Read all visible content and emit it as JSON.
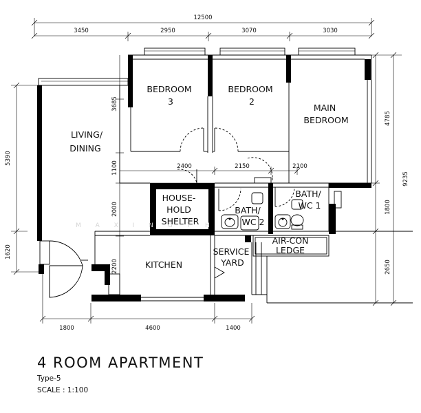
{
  "rooms": {
    "bedroom3": [
      "BEDROOM",
      "3"
    ],
    "bedroom2": [
      "BEDROOM",
      "2"
    ],
    "main_bedroom": [
      "MAIN",
      "BEDROOM"
    ],
    "living_dining": [
      "LIVING/",
      "DINING"
    ],
    "household_shelter": [
      "HOUSE-",
      "HOLD",
      "SHELTER"
    ],
    "bath_wc2": [
      "BATH/",
      "WC 2"
    ],
    "bath_wc1": [
      "BATH/",
      "WC 1"
    ],
    "aircon_ledge": [
      "AIR-CON",
      "LEDGE"
    ],
    "kitchen": "KITCHEN",
    "service_yard": [
      "SERVICE",
      "YARD"
    ]
  },
  "dimensions": {
    "top_total": "12500",
    "top": [
      "3450",
      "2950",
      "3070",
      "3030"
    ],
    "mid": [
      "2400",
      "2150",
      "2100"
    ],
    "bottom": [
      "1800",
      "4600",
      "1400"
    ],
    "left_outer": [
      "5390",
      "1620"
    ],
    "left_inner": [
      "3685",
      "1100",
      "2000",
      "2200"
    ],
    "right_inner": [
      "4785",
      "1800",
      "2650"
    ],
    "right_total": "9235"
  },
  "watermark": "M A X I N G T H",
  "title": {
    "heading": "4 ROOM APARTMENT",
    "type": "Type-5",
    "scale": "SCALE : 1:100"
  }
}
